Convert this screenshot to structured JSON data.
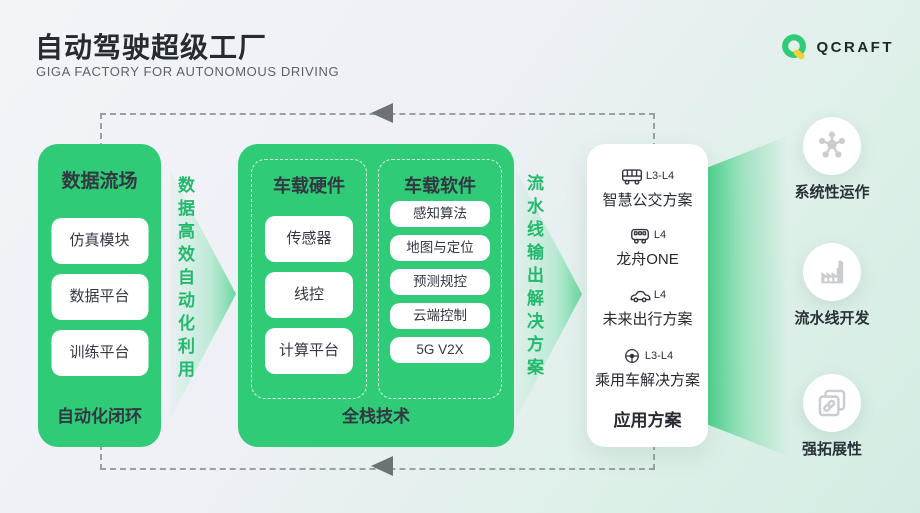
{
  "header": {
    "title": "自动驾驶超级工厂",
    "subtitle": "GIGA FACTORY FOR AUTONOMOUS DRIVING",
    "brand": "QCRAFT"
  },
  "colors": {
    "green": "#2fcb77",
    "logo_yellow": "#f6d033",
    "dark_text": "#323842",
    "arrow_text_green": "#23b96c"
  },
  "flow_box": {
    "title": "数据流场",
    "items": [
      "仿真模块",
      "数据平台",
      "训练平台"
    ],
    "footer": "自动化闭环"
  },
  "arrow1": {
    "text": "数据高效自动化利用"
  },
  "tech_box": {
    "columns": [
      {
        "title": "车载硬件",
        "items": [
          "传感器",
          "线控",
          "计算平台"
        ]
      },
      {
        "title": "车载软件",
        "items": [
          "感知算法",
          "地图与定位",
          "预测规控",
          "云端控制",
          "5G V2X"
        ]
      }
    ],
    "footer": "全栈技术"
  },
  "arrow2": {
    "text": "流水线输出解决方案"
  },
  "solutions_box": {
    "items": [
      {
        "icon": "bus-icon",
        "level": "L3-L4",
        "name": "智慧公交方案"
      },
      {
        "icon": "minibus-icon",
        "level": "L4",
        "name": "龙舟ONE"
      },
      {
        "icon": "car-icon",
        "level": "L4",
        "name": "未来出行方案"
      },
      {
        "icon": "steering-wheel-icon",
        "level": "L3-L4",
        "name": "乘用车解决方案"
      }
    ],
    "footer": "应用方案"
  },
  "features": [
    {
      "icon": "network-icon",
      "label": "系统性运作"
    },
    {
      "icon": "factory-icon",
      "label": "流水线开发"
    },
    {
      "icon": "linked-cards-icon",
      "label": "强拓展性"
    }
  ]
}
